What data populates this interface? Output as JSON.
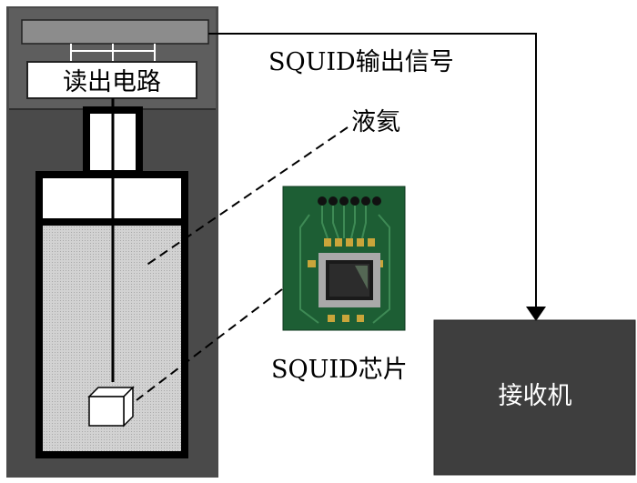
{
  "labels": {
    "readout_circuit": "读出电路",
    "squid_output_signal": "SQUID输出信号",
    "liquid_helium": "液氦",
    "squid_chip": "SQUID芯片",
    "receiver": "接收机"
  },
  "colors": {
    "cryostat_body": "#4a4a4a",
    "top_panel": "#5e5e5e",
    "readout_bar": "#8c8c8c",
    "liquid_fill": "#d6d6d6",
    "receiver_box": "#3e3e3e",
    "pcb_green": "#1d5e34",
    "wire": "#000000"
  }
}
